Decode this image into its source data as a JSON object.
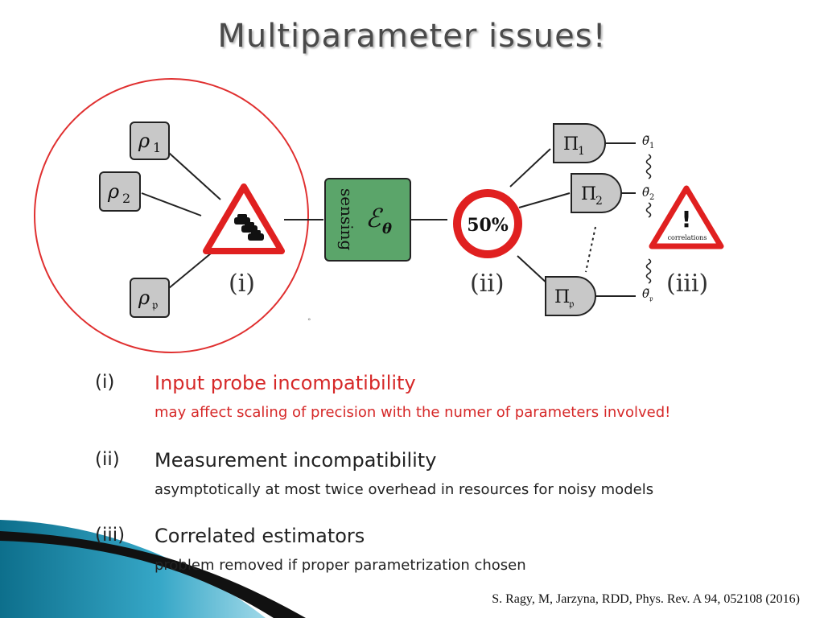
{
  "title": "Multiparameter issues!",
  "diagram": {
    "probes": [
      "ρ1",
      "ρ2",
      "ρ𝔭"
    ],
    "probe_labels": {
      "p1_main": "ρ",
      "p1_sub": "1",
      "p2_main": "ρ",
      "p2_sub": "2",
      "pp_main": "ρ",
      "pp_sub": "𝔭"
    },
    "channel": {
      "symbol": "ℰ",
      "subscript": "θ",
      "vertical_text": "sensing"
    },
    "no_entry_percent": "50%",
    "measurements": {
      "m1_main": "Π",
      "m1_sub": "1",
      "m2_main": "Π",
      "m2_sub": "2",
      "mp_main": "Π",
      "mp_sub": "𝔭"
    },
    "estimators": {
      "e1": "θ̃",
      "e1_sub": "1",
      "e2": "θ̃",
      "e2_sub": "2",
      "ep": "θ̃",
      "ep_sub": "𝔭"
    },
    "warning_symbol": "!",
    "warning_text": "correlations",
    "stage_labels": {
      "i": "(i)",
      "ii": "(ii)",
      "iii": "(iii)"
    },
    "tiny_mark": "°"
  },
  "items": [
    {
      "num": "(i)",
      "head": "Input probe incompatibility",
      "sub": "may affect scaling of precision with the numer of parameters involved!"
    },
    {
      "num": "(ii)",
      "head": "Measurement incompatibility",
      "sub": "asymptotically at most twice overhead in resources for noisy models"
    },
    {
      "num": "(iii)",
      "head": "Correlated estimators",
      "sub": "problem removed if proper parametrization chosen"
    }
  ],
  "citation": "S. Ragy, M, Jarzyna, RDD, Phys. Rev. A 94, 052108 (2016)",
  "colors": {
    "red": "#d62828",
    "green": "#5ba56a",
    "gray": "#c8c8c8",
    "teal": "#1a8ca8"
  }
}
